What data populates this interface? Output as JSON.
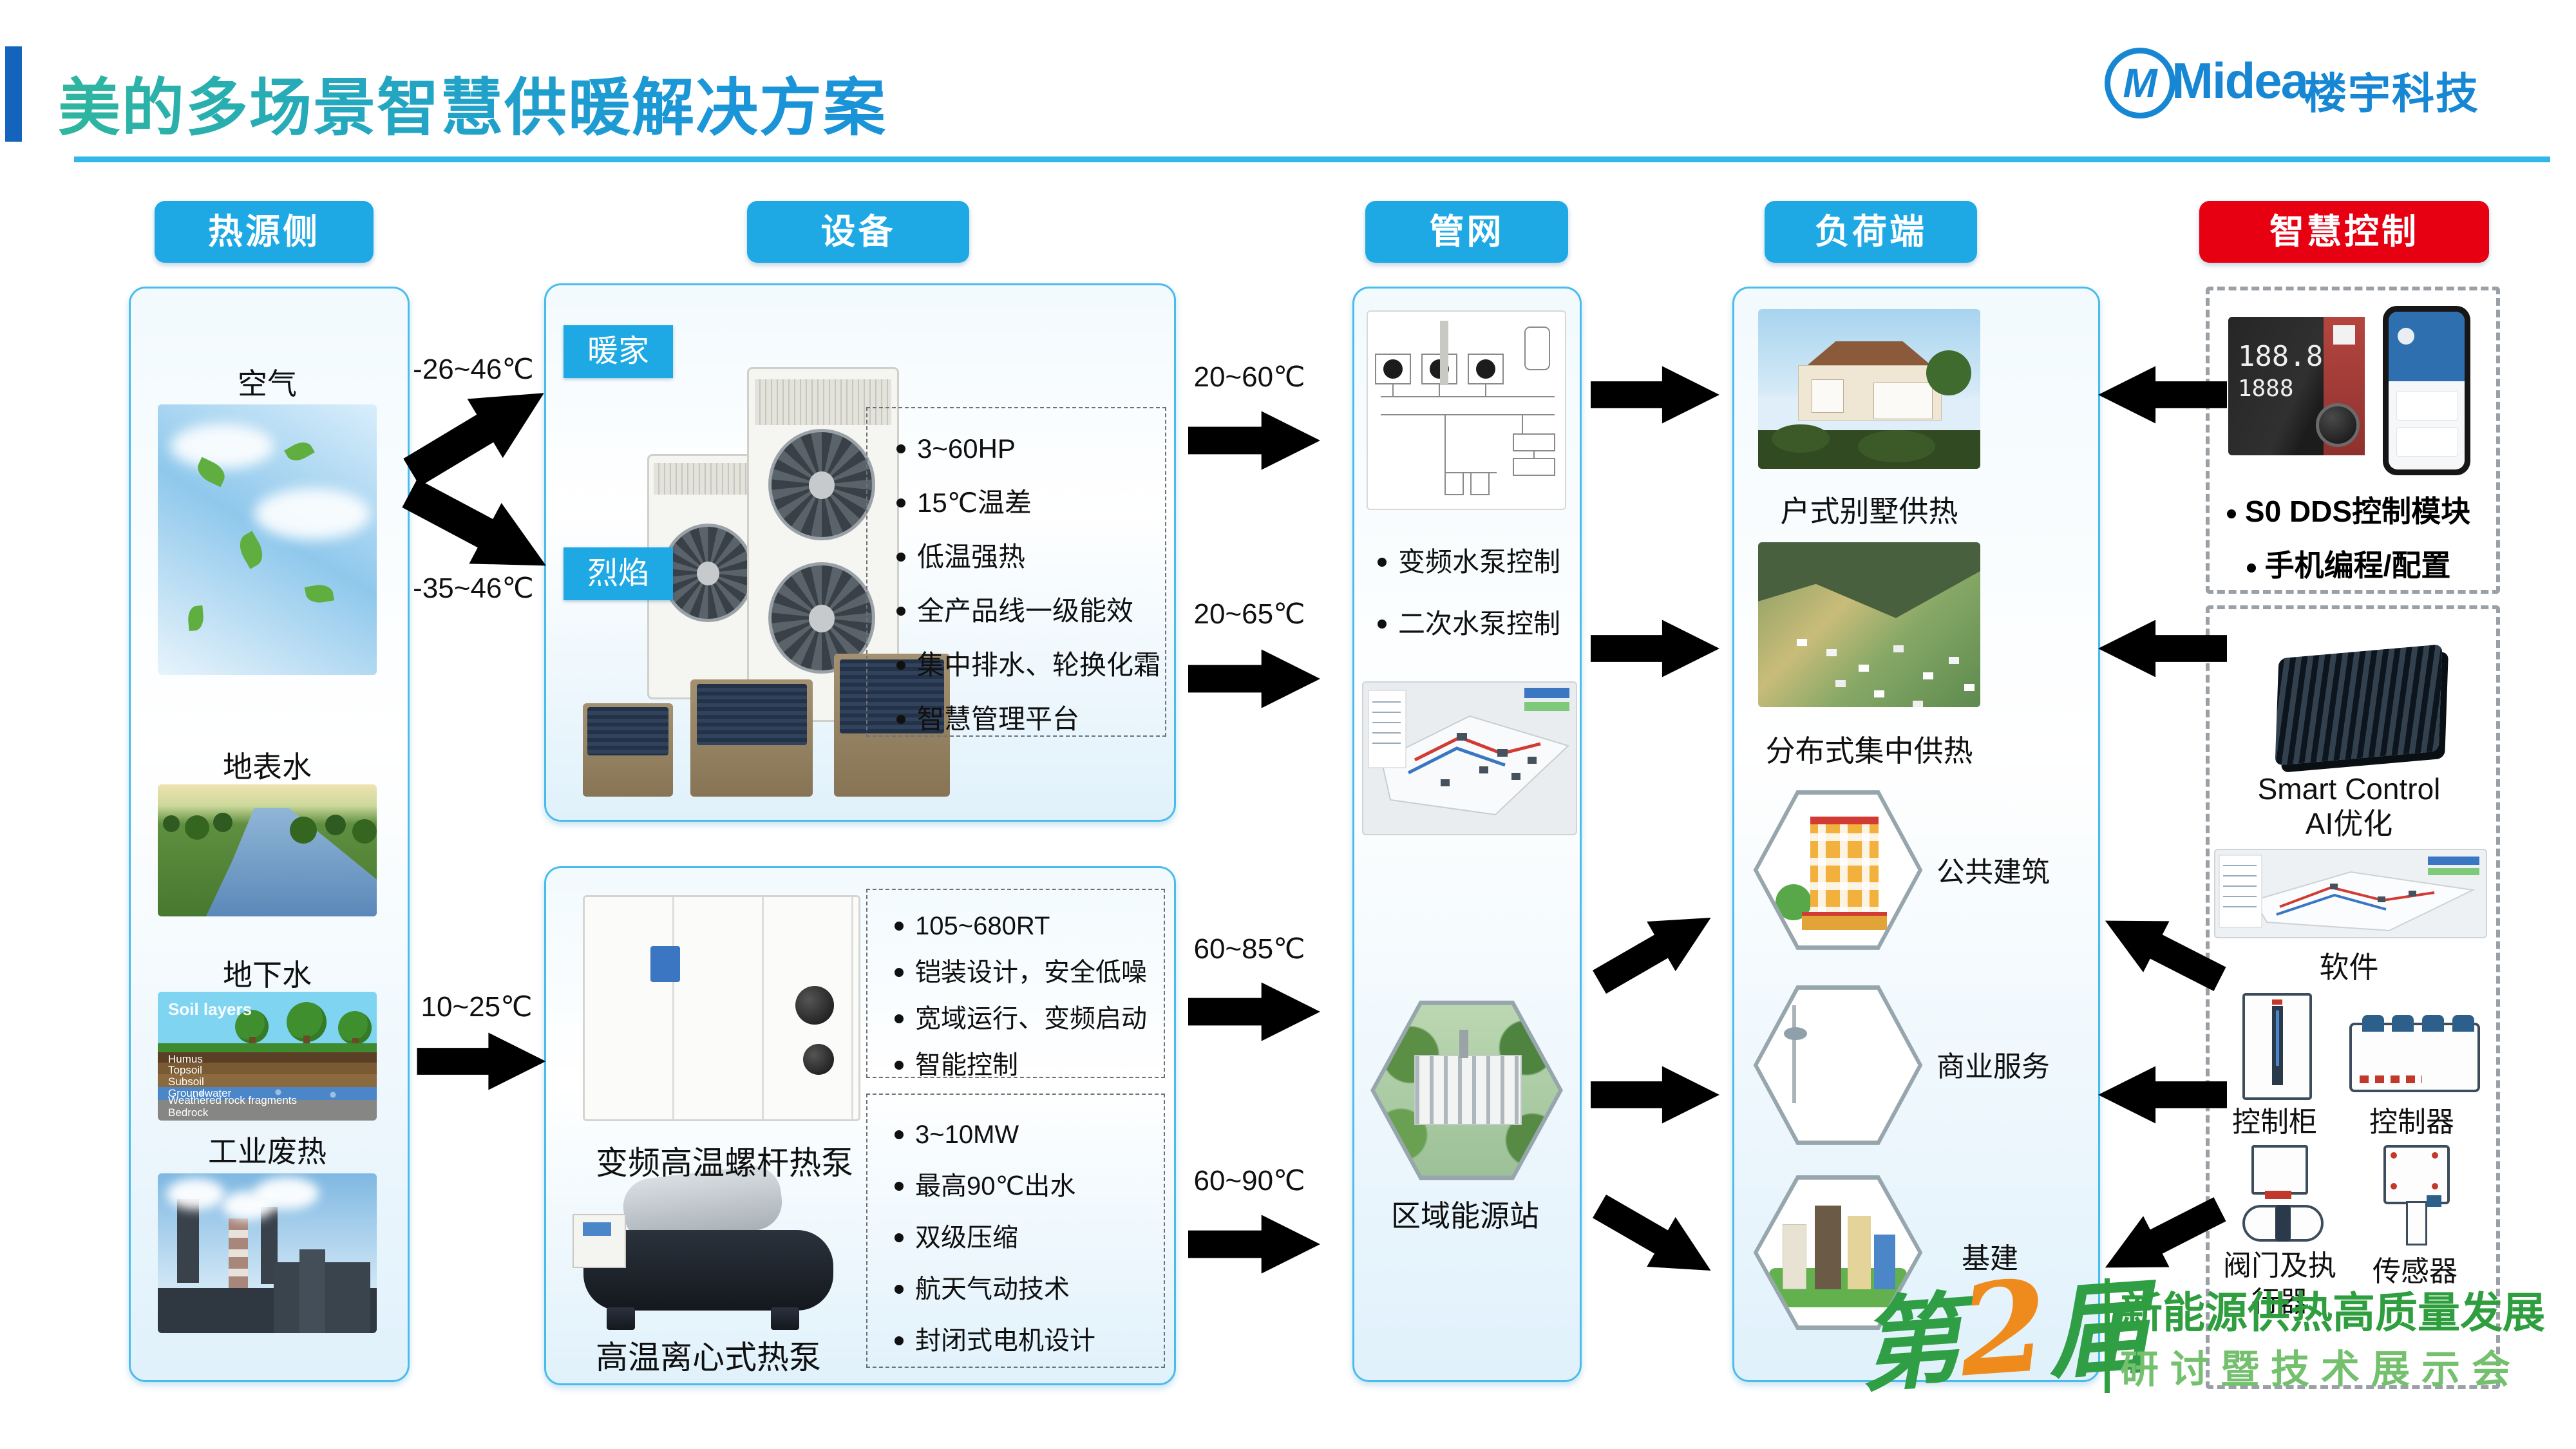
{
  "page": {
    "title": "美的多场景智慧供暖解决方案"
  },
  "logo": {
    "monogram": "M",
    "brand": "Midea",
    "suffix": "楼宇科技"
  },
  "columns": {
    "source": {
      "header": "热源侧",
      "items": [
        {
          "label": "空气"
        },
        {
          "label": "地表水"
        },
        {
          "label": "地下水",
          "img_title": "Soil layers",
          "soil_layers": [
            "Humus",
            "Topsoil",
            "Subsoil",
            "Groundwater",
            "Weathered rock fragments",
            "Bedrock"
          ]
        },
        {
          "label": "工业废热"
        }
      ]
    },
    "equipment": {
      "header": "设备",
      "box1": {
        "tag_top": "暖家",
        "tag_bottom": "烈焰",
        "bullets": [
          "3~60HP",
          "15℃温差",
          "低温强热",
          "全产品线一级能效",
          "集中排水、轮换化霜",
          "智慧管理平台"
        ]
      },
      "box2": {
        "product_top": {
          "name": "变频高温螺杆热泵",
          "bullets": [
            "105~680RT",
            "铠装设计，安全低噪",
            "宽域运行、变频启动",
            "智能控制"
          ]
        },
        "product_bottom": {
          "name": "高温离心式热泵",
          "bullets": [
            "3~10MW",
            "最高90℃出水",
            "双级压缩",
            "航天气动技术",
            "封闭式电机设计"
          ]
        }
      }
    },
    "network": {
      "header": "管网",
      "bullets": [
        "变频水泵控制",
        "二次水泵控制"
      ],
      "station_label": "区域能源站"
    },
    "load": {
      "header": "负荷端",
      "items": [
        "户式别墅供热",
        "分布式集中供热",
        "公共建筑",
        "商业服务",
        "基建"
      ]
    },
    "control": {
      "header": "智慧控制",
      "module_bullets": [
        "S0 DDS控制模块",
        "手机编程/配置"
      ],
      "thermo_top": "188.8",
      "thermo_bottom": "1888",
      "ai_label_line1": "Smart Control",
      "ai_label_line2": "AI优化",
      "software_label": "软件",
      "devices": [
        "控制柜",
        "控制器",
        "阀门及执行器",
        "传感器"
      ]
    }
  },
  "arrows": {
    "source_to_equipment": [
      "-26~46℃",
      "-35~46℃",
      "10~25℃"
    ],
    "equipment_to_network": [
      "20~60℃",
      "20~65℃",
      "60~85℃",
      "60~90℃"
    ]
  },
  "footer": {
    "edition_prefix": "第",
    "edition_number": "2",
    "edition_suffix": "届",
    "line1": "新能源供热高质量发展",
    "line2": "研讨暨技术展示会"
  },
  "colors": {
    "pill_blue": "#1FA9E4",
    "pill_red": "#E60012",
    "arrow_blue": "#3576D2",
    "arrow_red": "#EC1C24",
    "brand_blue": "#1787D3",
    "title_teal": "#2EB69E",
    "box_border": "#4ABCEC",
    "footer_green_dark": "#2F9E3F",
    "footer_green_light": "#74C06E"
  }
}
